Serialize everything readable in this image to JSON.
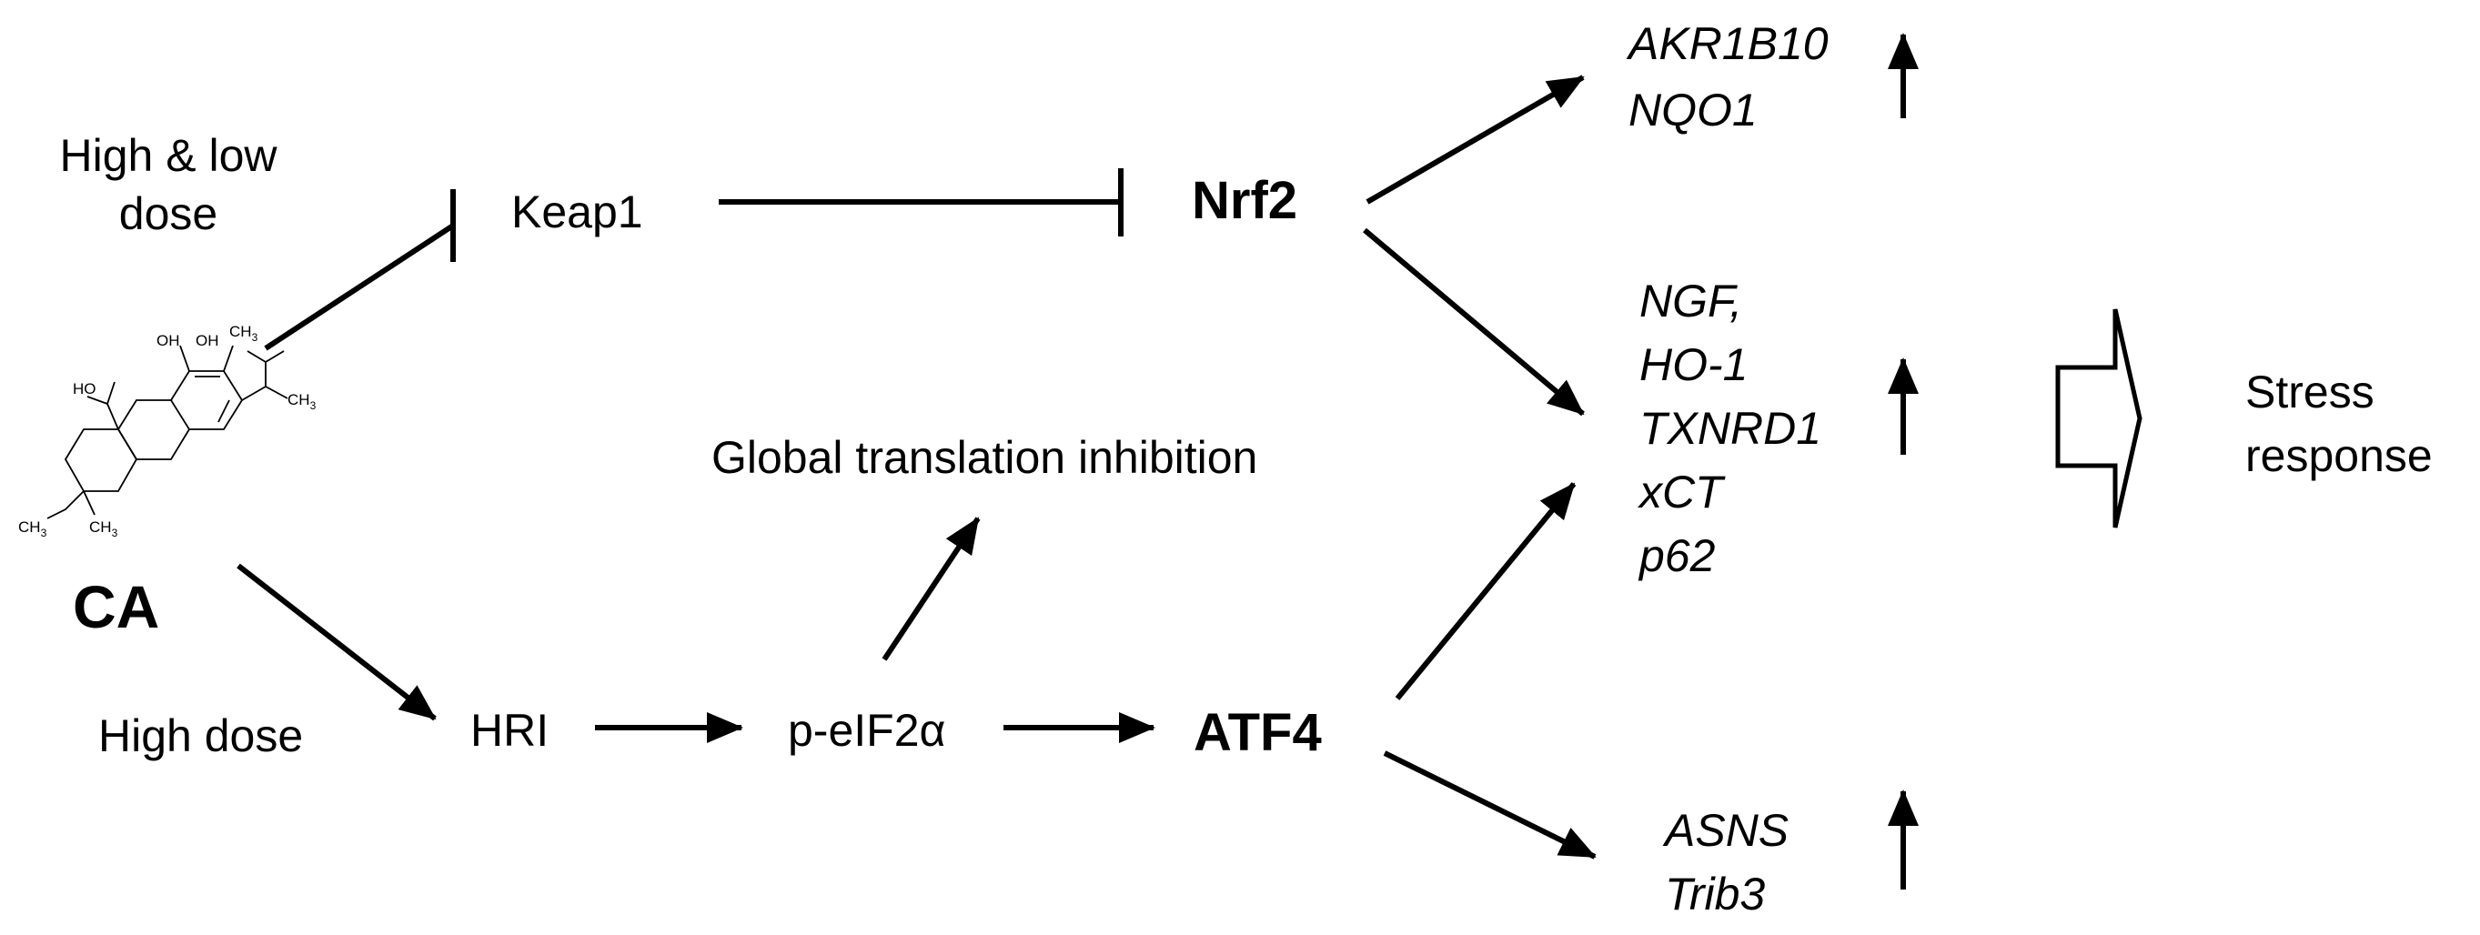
{
  "compound": {
    "name": "CA",
    "structure_labels": {
      "oh_top": "OH",
      "oh_left": "HO",
      "acid": "HO",
      "ch3_1": "CH",
      "ch3_2": "CH",
      "ch3_3": "CH",
      "ch3_4": "CH",
      "sub": "3"
    }
  },
  "doses": {
    "high_low_line1": "High & low",
    "high_low_line2": "dose",
    "high": "High dose"
  },
  "nodes": {
    "keap1": "Keap1",
    "nrf2": "Nrf2",
    "hri": "HRI",
    "peif2a": "p-eIF2α",
    "atf4": "ATF4",
    "global": "Global translation inhibition"
  },
  "gene_groups": {
    "top": [
      "AKR1B10",
      "NQO1"
    ],
    "middle": [
      "NGF,",
      "HO-1",
      "TXNRD1",
      "xCT",
      "p62"
    ],
    "bottom": [
      "ASNS",
      "Trib3"
    ]
  },
  "outcome": {
    "line1": "Stress",
    "line2": "response"
  },
  "relations": [
    {
      "from": "CA",
      "to": "Keap1",
      "type": "inhibition"
    },
    {
      "from": "Keap1",
      "to": "Nrf2",
      "type": "inhibition"
    },
    {
      "from": "CA",
      "to": "HRI",
      "type": "activation"
    },
    {
      "from": "HRI",
      "to": "p-eIF2α",
      "type": "activation"
    },
    {
      "from": "p-eIF2α",
      "to": "ATF4",
      "type": "activation"
    },
    {
      "from": "p-eIF2α",
      "to": "Global translation inhibition",
      "type": "activation"
    },
    {
      "from": "Nrf2",
      "to": "top genes",
      "type": "activation"
    },
    {
      "from": "Nrf2",
      "to": "middle genes",
      "type": "activation"
    },
    {
      "from": "ATF4",
      "to": "middle genes",
      "type": "activation"
    },
    {
      "from": "ATF4",
      "to": "bottom genes",
      "type": "activation"
    }
  ],
  "regulation": {
    "top": "up",
    "middle": "up",
    "bottom": "up"
  }
}
